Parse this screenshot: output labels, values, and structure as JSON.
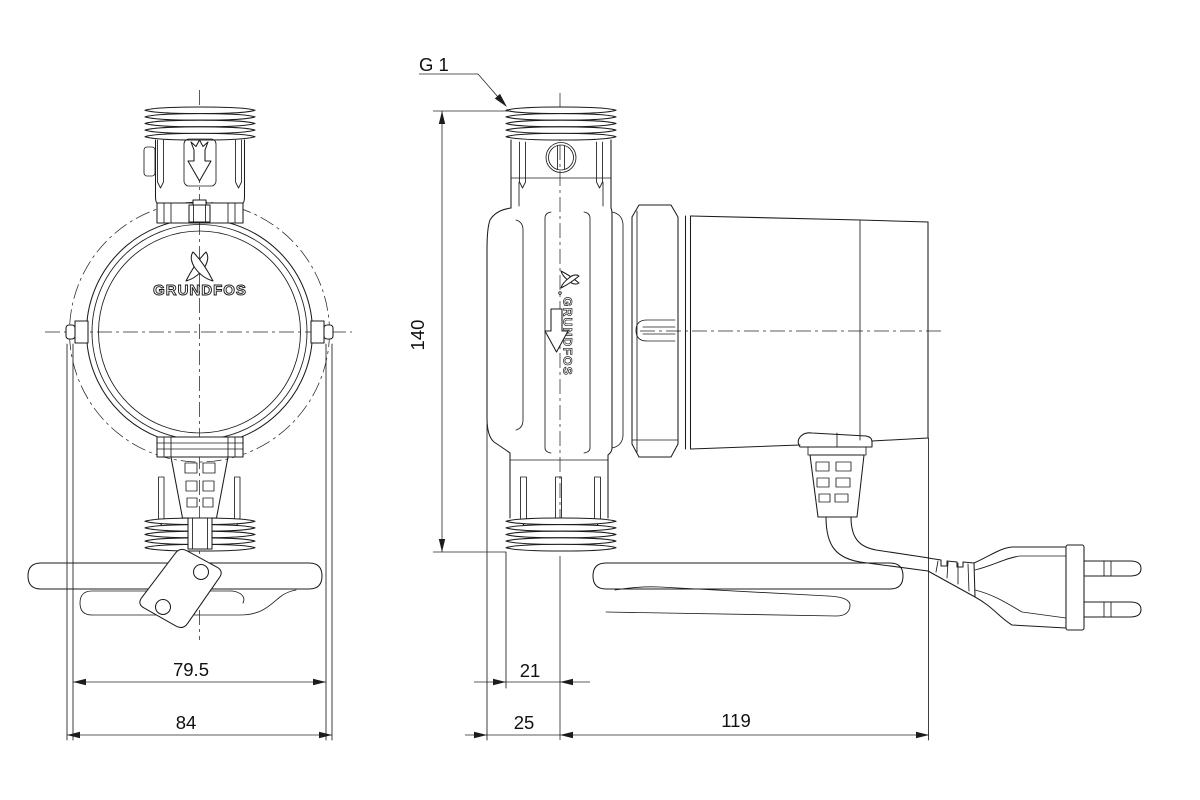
{
  "drawing": {
    "kind": "technical-dimensional-drawing",
    "brand_front": "GRUNDFOS",
    "brand_side": "GRUNDFOS",
    "labels": {
      "thread": "G 1",
      "dim_height": "140",
      "dim_width_inner": "79.5",
      "dim_width_outer": "84",
      "dim_port_offset": "21",
      "dim_body_offset": "25",
      "dim_motor_length": "119"
    },
    "colors": {
      "line": "#1c1c1c",
      "background": "#ffffff"
    }
  }
}
